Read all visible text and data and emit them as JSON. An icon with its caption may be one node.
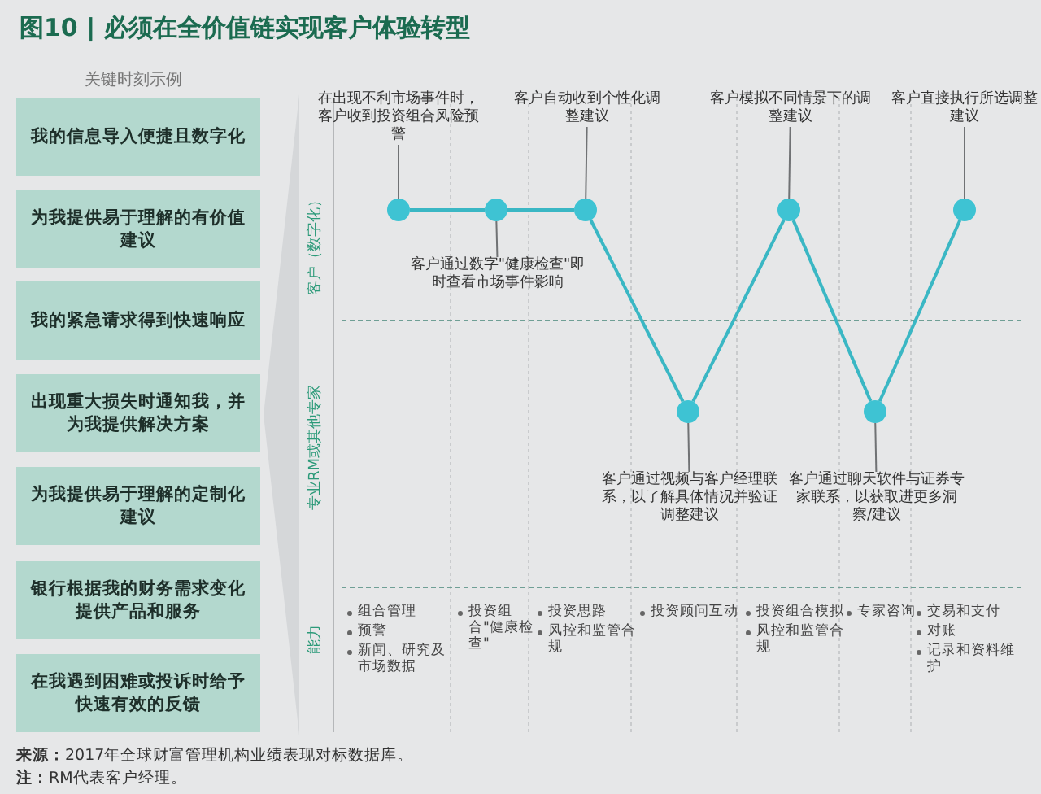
{
  "diagram": {
    "title": "图10 | 必须在全价值链实现客户体验转型",
    "nodes": [
      {
        "text": [
          "我的信息导入便捷且数字化"
        ]
      },
      {
        "text": [
          "为我提供易于理解的有价值建议"
        ]
      },
      {
        "text": [
          "我的紧急请求得到快速响应"
        ]
      },
      {
        "text": [
          "出现重大损失时通知我，并为我提供解决方案"
        ]
      },
      {
        "text": [
          "为我提供易于理解的定制化建议"
        ]
      },
      {
        "text": [
          "银行根据我的财务需求变化提供产品和服务"
        ]
      },
      {
        "text": [
          "在我遇到困难或投诉时给予快速有效的反馈"
        ]
      },
      {
        "text": [],
        "shape": "circle"
      },
      {
        "text": [],
        "shape": "circle"
      },
      {
        "text": [],
        "shape": "circle"
      },
      {
        "text": [],
        "shape": "circle"
      },
      {
        "text": [],
        "shape": "circle"
      },
      {
        "text": [],
        "shape": "circle"
      },
      {
        "text": [],
        "shape": "circle"
      },
      {
        "text": [
          "在出现不利市场事件时，客户收到投资组合风险预警"
        ]
      },
      {
        "text": [
          "客户通过数字\"健康检查\"即时查看市场事件影响"
        ]
      },
      {
        "text": [
          "客户自动收到个性化调整建议"
        ]
      },
      {
        "text": [
          "客户通过视频与客户经理联系，以了解具体情况并验证调整建议"
        ]
      },
      {
        "text": [
          "客户模拟不同情景下的调整建议"
        ]
      },
      {
        "text": [
          "客户通过聊天软件与证券专家联系，以获取进更多洞察/建议"
        ]
      },
      {
        "text": [
          "客户直接执行所选调整建议"
        ]
      }
    ],
    "edges": [
      {
        "from": 7,
        "to": 8,
        "arrow": "none"
      },
      {
        "from": 8,
        "to": 9,
        "arrow": "none"
      },
      {
        "from": 9,
        "to": 10,
        "arrow": "none"
      },
      {
        "from": 10,
        "to": 11,
        "arrow": "none"
      },
      {
        "from": 11,
        "to": 12,
        "arrow": "none"
      },
      {
        "from": 12,
        "to": 13,
        "arrow": "none"
      },
      {
        "from": 14,
        "to": 7,
        "arrow": "none"
      },
      {
        "from": 15,
        "to": 8,
        "arrow": "none"
      },
      {
        "from": 16,
        "to": 9,
        "arrow": "none"
      },
      {
        "from": 17,
        "to": 10,
        "arrow": "none"
      },
      {
        "from": 18,
        "to": 11,
        "arrow": "none"
      },
      {
        "from": 19,
        "to": 12,
        "arrow": "none"
      },
      {
        "from": 20,
        "to": 13,
        "arrow": "none"
      }
    ],
    "labels": [
      "关键时刻示例",
      "客户（数字化）",
      "专业RM或其他专家",
      "能力",
      "组合管理",
      "预警",
      "新闻、研究及市场数据",
      "投资组合\"健康检查\"",
      "投资思路",
      "风控和监管合规",
      "投资顾问互动",
      "投资组合模拟",
      "风控和监管合规",
      "专家咨询",
      "交易和支付",
      "对账",
      "记录和资料维护",
      "**来源：**2017年全球财富管理机构业绩表现对标数据库。",
      "**注：**RM代表客户经理。"
    ]
  }
}
